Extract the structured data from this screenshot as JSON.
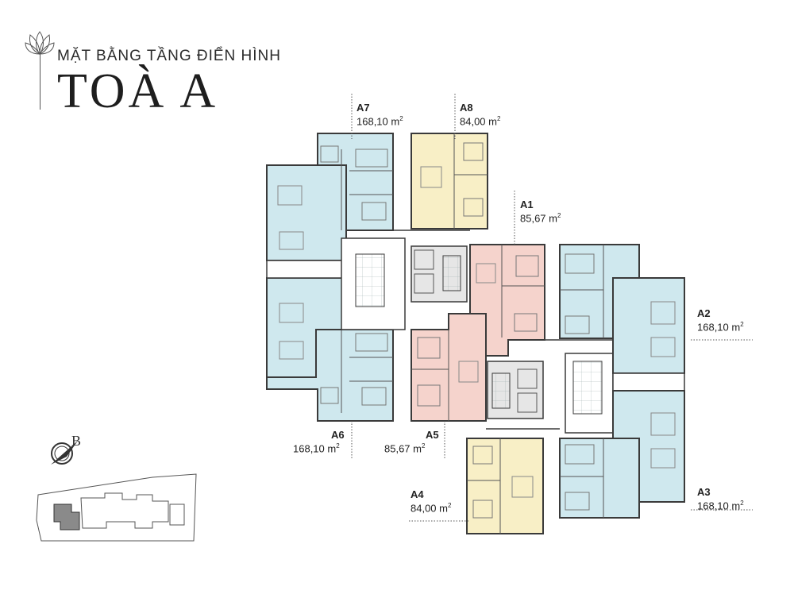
{
  "header": {
    "subtitle": "MẶT BẰNG TẦNG ĐIỂN HÌNH",
    "title": "TOÀ A"
  },
  "colors": {
    "blue": "#cfe8ee",
    "yellow": "#f8efc6",
    "pink": "#f5d3cc",
    "core": "#e6e6e6",
    "wall": "#3a3a3a"
  },
  "units": [
    {
      "code": "A7",
      "area": "168,10 m",
      "type": "blue"
    },
    {
      "code": "A8",
      "area": "84,00 m",
      "type": "yellow"
    },
    {
      "code": "A1",
      "area": "85,67 m",
      "type": "pink"
    },
    {
      "code": "A2",
      "area": "168,10 m",
      "type": "blue"
    },
    {
      "code": "A3",
      "area": "168,10 m",
      "type": "blue"
    },
    {
      "code": "A4",
      "area": "84,00 m",
      "type": "yellow"
    },
    {
      "code": "A5",
      "area": "85,67 m",
      "type": "pink"
    },
    {
      "code": "A6",
      "area": "168,10 m",
      "type": "blue"
    }
  ],
  "area_unit_sup": "2",
  "compass": {
    "letter": "B",
    "icon": "compass-icon"
  },
  "site_plan": {
    "icon": "site-plan-icon"
  },
  "logo": {
    "icon": "lotus-logo-icon"
  }
}
